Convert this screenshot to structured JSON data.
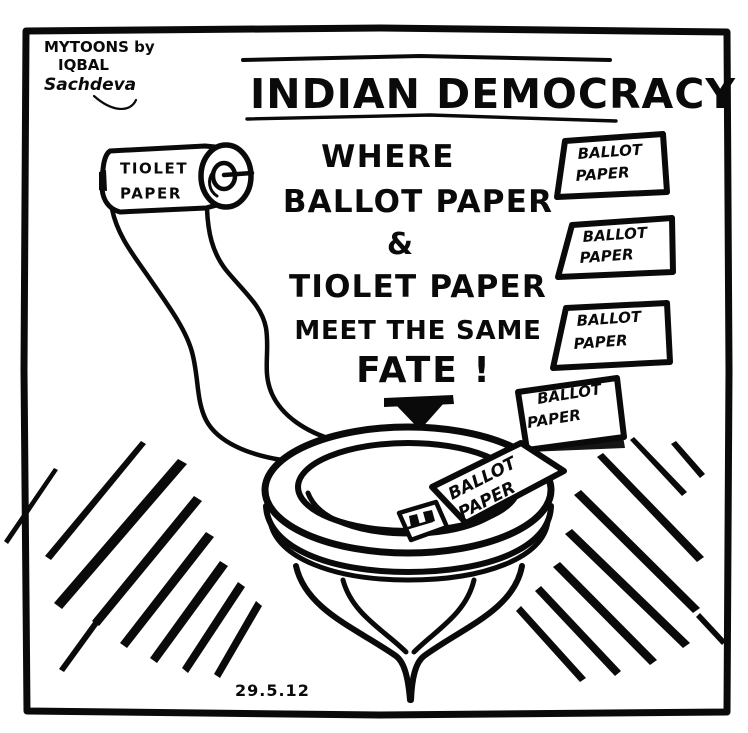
{
  "artwork": {
    "kind": "editorial-cartoon",
    "medium": "black-ink-line-drawing",
    "background_color": "#ffffff",
    "ink_color": "#0a0a0a",
    "title": "INDIAN DEMOCRACY",
    "date_stamp": "29.5.12"
  },
  "signature": {
    "line1": "MYTOONS by",
    "line2": "IQBAL",
    "line3": "Sachdeva"
  },
  "caption": {
    "lines": [
      "WHERE",
      "BALLOT PAPER",
      "&",
      "TIOLET PAPER",
      "MEET THE SAME",
      "FATE !"
    ]
  },
  "toilet_roll": {
    "label_line1": "TIOLET",
    "label_line2": "PAPER",
    "holder": "spindle-rod",
    "streamer": "wavy-paper-ribbon-into-bowl"
  },
  "ballot_papers": [
    {
      "id": "ballot-1",
      "line1": "BALLOT",
      "line2": "PAPER",
      "position": "upper-right",
      "rotation_deg": -6
    },
    {
      "id": "ballot-2",
      "line1": "BALLOT",
      "line2": "PAPER",
      "position": "upper-right-second",
      "rotation_deg": -5
    },
    {
      "id": "ballot-3",
      "line1": "BALLOT",
      "line2": "PAPER",
      "position": "mid-right",
      "rotation_deg": -6
    },
    {
      "id": "ballot-4",
      "line1": "BALLOT",
      "line2": "PAPER",
      "position": "lower-right",
      "rotation_deg": -14
    },
    {
      "id": "ballot-5",
      "line1": "BALLOT",
      "line2": "PAPER",
      "position": "falling-into-bowl",
      "rotation_deg": -28
    }
  ],
  "bowl_slip": {
    "id": "scribbled-slip",
    "content": "illegible-ink-marks",
    "position": "inside-bowl"
  },
  "toilet": {
    "parts": [
      "rim-oval",
      "inner-bowl",
      "rim-band",
      "pedestal-base"
    ],
    "arrow": "down-arrow-into-bowl"
  },
  "shine_lines": {
    "left_count": 9,
    "right_count": 9,
    "description": "radiating diagonal emphasis strokes"
  },
  "frame": {
    "style": "thick-hand-drawn-rectangle"
  }
}
